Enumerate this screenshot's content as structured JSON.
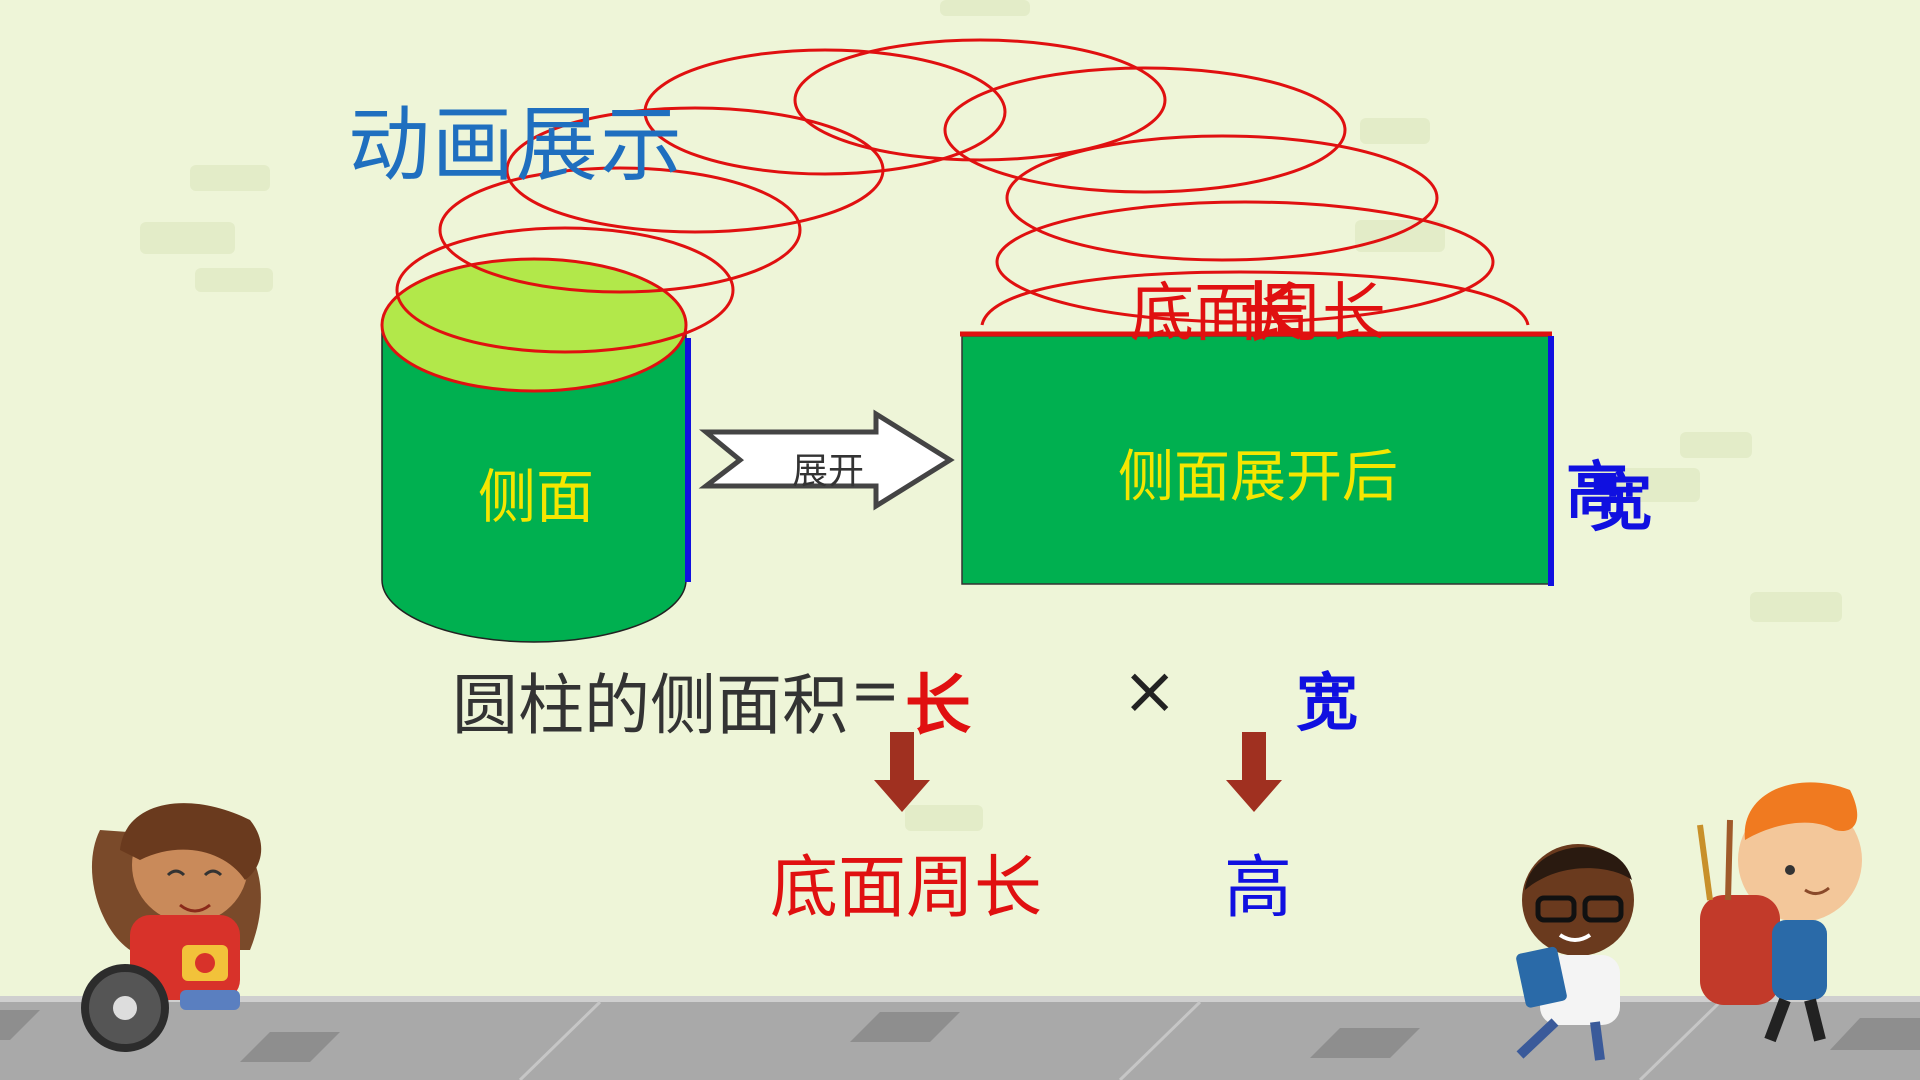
{
  "slide": {
    "title": "动画展示",
    "cylinder_label": "侧面",
    "expand_arrow_label": "展开",
    "unrolled_label": "侧面展开后",
    "top_edge_label": "底面周长",
    "top_edge_overlap_label": "长",
    "side_edge_label": "高",
    "side_edge_overlap_label": "宽",
    "formula": {
      "lhs": "圆柱的侧面积",
      "equals": "=",
      "length": "长",
      "times": "×",
      "width": "宽"
    },
    "result": {
      "length_is": "底面周长",
      "width_is": "高"
    }
  },
  "colors": {
    "background": "#eef5d8",
    "cylinder_body": "#00b050",
    "cylinder_top": "#b2e84a",
    "rectangle": "#00b050",
    "spiral": "#e01010",
    "height_edge": "#1010e0",
    "down_arrow": "#a03020",
    "label_yellow": "#f4e600",
    "title_blue": "#1f6fbf",
    "road": "#a9a9a9"
  },
  "icons": [
    "girl-wheelchair-illustration",
    "boy-glasses-illustration",
    "boy-backpack-illustration",
    "expand-arrow-icon",
    "down-arrow-icon"
  ]
}
